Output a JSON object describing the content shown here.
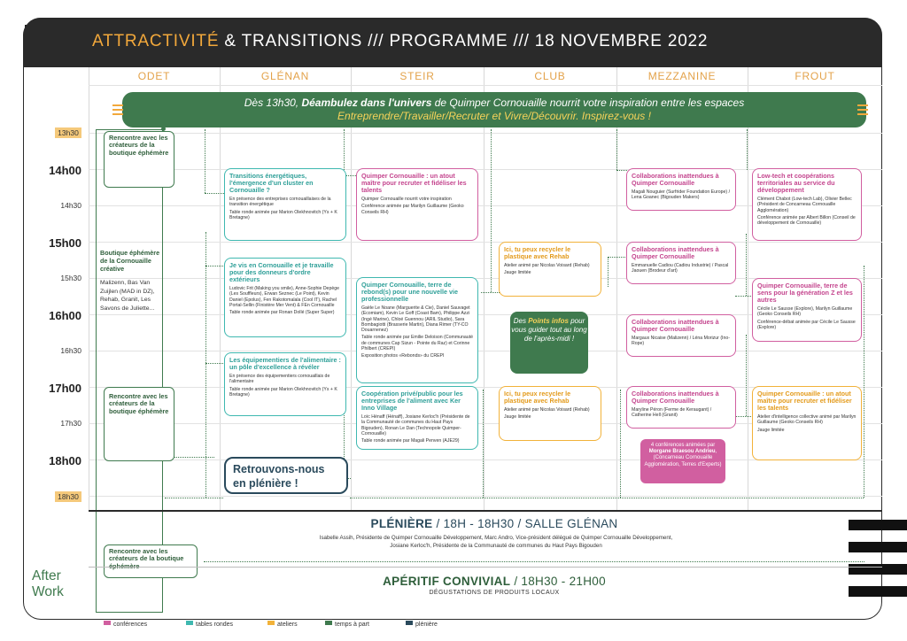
{
  "header": {
    "title_part1": "ATTRACTIVITÉ",
    "title_part2": " & TRANSITIONS /// PROGRAMME /// 18 NOVEMBRE 2022"
  },
  "columns": [
    "ODET",
    "GLÉNAN",
    "STEIR",
    "CLUB",
    "MEZZANINE",
    "FROUT"
  ],
  "times": [
    "13h30",
    "14h00",
    "14h30",
    "15h00",
    "15h30",
    "16h00",
    "16h30",
    "17h00",
    "17h30",
    "18h00",
    "18h30"
  ],
  "banner": {
    "line1_a": "Dès 13h30, ",
    "line1_b": "Déambulez dans l'univers",
    "line1_c": " de Quimper Cornouaille nourrit votre inspiration entre les espaces",
    "line2": "Entreprendre/Travailler/Recruter et Vivre/Découvrir. Inspirez-vous !"
  },
  "odet": {
    "rencontre1": "Rencontre avec les créateurs de la boutique éphémère",
    "boutique_title": "Boutique éphémère de la Cornouaille créative",
    "boutique_body": "Malizenn, Bas Van Zuijlen (MAD in DZ), Rehab, Granit, Les Savons de Juliette...",
    "rencontre2": "Rencontre avec les créateurs de la boutique éphémère",
    "rencontre3": "Rencontre avec les créateurs de la boutique éphémère"
  },
  "glenan": {
    "card1": {
      "title": "Transitions énergétiques, l'émergence d'un cluster en Cornouaille ?",
      "p1": "En présence des entreprises cornouaillaises de la transition énergétique",
      "p2": "Table ronde animée par Marion Olekhnovitch (Ys + K Bretagne)"
    },
    "card2": {
      "title": "Je vis en Cornouaille et je travaille pour des donneurs d'ordre extérieurs",
      "p1": "Ludovic Frit (Making you smile), Anne-Sophie Depège (Les Souffleurs), Erwan Seznec (Le Point), Kevin Daniel (Epolus), Fen Rakotomalala (Cool IT), Rachel Portal-Sellin (Finistère Mer Vent) & FEn Cornouaille",
      "p2": "Table ronde animée par Ronan Dollé (Super Super)"
    },
    "card3": {
      "title": "Les équipementiers de l'alimentaire : un pôle d'excellence à révéler",
      "p1": "En présence des équipementiers cornouaillais de l'alimentaire",
      "p2": "Table ronde animée par Marion Olekhnovitch (Ys + K Bretagne)"
    },
    "retrouvons": "Retrouvons-nous en plénière  !"
  },
  "steir": {
    "card1": {
      "title": "Quimper Cornouaille : un atout maître pour recruter et fidéliser les talents",
      "p1": "Quimper Cornouaille nourrit votre inspiration",
      "p2": "Conférence animée par Marilyn Guillaume (Geoko Conseils RH)"
    },
    "card2": {
      "title": "Quimper Cornouaille, terre de rebond(s) pour une nouvelle vie professionnelle",
      "p1": "Gaële Le Noane (Marguerite & Cie), Daniel Sauvaget (Ecomiam), Kevin Le Goff (Coast Bam), Philippe Azzi (Ingé Marine), Chloé Guennou (ARIL Studio), Sara Bombagiotti (Brasserie Martin), Diana Rimer (TY-CO Douarnenez)",
      "p2": "Table ronde animée par Emilie Deloison (Communauté de communes Cap Sizun - Pointe du Raz) et Corinne Philbert (CREPI)",
      "p3": "Exposition photos «Rebonds» du CREPI"
    },
    "card3": {
      "title": "Coopération privé/public pour les entreprises de l'aliment avec Ker Inno Village",
      "p1": "Loïc Hénaff (Hénaff), Josiane Kerloc'h (Présidente de la Communauté de communes du Haut Pays Bigouden), Ronan Le Dan (Technopole Quimper-Cornouaille)",
      "p2": "Table ronde animée par Magali Penven (AJE29)"
    }
  },
  "club": {
    "card1": {
      "title": "Ici, tu peux recycler le plastique avec Rehab",
      "p1": "Atelier animé par Nicolas Voisard (Rehab)",
      "p2": "Jauge limitée"
    },
    "points_a": "Des ",
    "points_b": "Points infos",
    "points_c": " pour vous guider tout au long de l'après-midi !",
    "card2": {
      "title": "Ici, tu peux recycler le plastique avec Rehab",
      "p1": "Atelier animé par Nicolas Voisard (Rehab)",
      "p2": "Jauge limitée"
    }
  },
  "mezzanine": {
    "card1": {
      "title": "Collaborations inattendues à Quimper Cornouaille",
      "p1": "Magali Nouguier (Surfrider Foundation Europe) / Lena Goanec (Bigouden Makers)"
    },
    "card2": {
      "title": "Collaborations inattendues à Quimper Cornouaille",
      "p1": "Emmanuelle Cadiou (Cadiou Industrie) / Pascal Jaouen (Brodeur d'art)"
    },
    "card3": {
      "title": "Collaborations inattendues à Quimper Cornouaille",
      "p1": "Margaux Nicaise (Malizenn) / Léna Morizur (Ino-Rope)"
    },
    "card4": {
      "title": "Collaborations inattendues à Quimper Cornouaille",
      "p1": "Maryline Péron (Ferme de Keraugant) / Catherine Hell (Granit)"
    },
    "note_a": "4 conférences animées par ",
    "note_b": "Morgane Braesou Andrieu",
    "note_c": ", (Concarneau Cornouaille Agglomération, Terres d'Experts)"
  },
  "frout": {
    "card1": {
      "title": "Low-tech et coopérations territoriales au service du développement",
      "p1": "Clément Chabot (Low-tech Lab), Olivier Bellec (Président de Concarneau Cornouaille Agglomération)",
      "p2": "Conférence animée par Albert Billon (Conseil de développement de Cornouaille)"
    },
    "card2": {
      "title": "Quimper Cornouaille, terre de sens pour la génération Z et les autres",
      "p1": "Cécile Le Sausse (Explore), Marilyn Guillaume (Geoko Conseils RH)",
      "p2": "Conférence-débat animée par Cécile Le Sausse (Explore)"
    },
    "card3": {
      "title": "Quimper Cornouaille : un atout maître pour recruter et fidéliser les talents",
      "p1": "Atelier d'intelligence collective animé par Marilyn Guillaume (Geoko Conseils RH)",
      "p2": "Jauge limitée"
    }
  },
  "pleniere": {
    "title_b": "PLÉNIÈRE",
    "title_rest": " / 18H - 18H30 / SALLE GLÉNAN",
    "line1": "Isabelle Assih, Présidente de Quimper Cornouaille Développement, Marc Andro, Vice-président délégué de Quimper Cornouaille Développement,",
    "line2": "Josiane Kerloc'h, Présidente de la Communauté de communes du Haut Pays Bigouden"
  },
  "aperitif": {
    "title_b": "APÉRITIF CONVIVIAL",
    "title_rest": " / 18H30 - 21H00",
    "sub": "DÉGUSTATIONS DE PRODUITS LOCAUX"
  },
  "afterwork": [
    "After",
    "Work"
  ],
  "legend": [
    {
      "label": "conférences",
      "color": "#d15fa0"
    },
    {
      "label": "tables rondes",
      "color": "#3fb8b0"
    },
    {
      "label": "ateliers",
      "color": "#f2b23a"
    },
    {
      "label": "temps à part",
      "color": "#3f7a4e"
    },
    {
      "label": "plénière",
      "color": "#2a4a5c"
    }
  ]
}
